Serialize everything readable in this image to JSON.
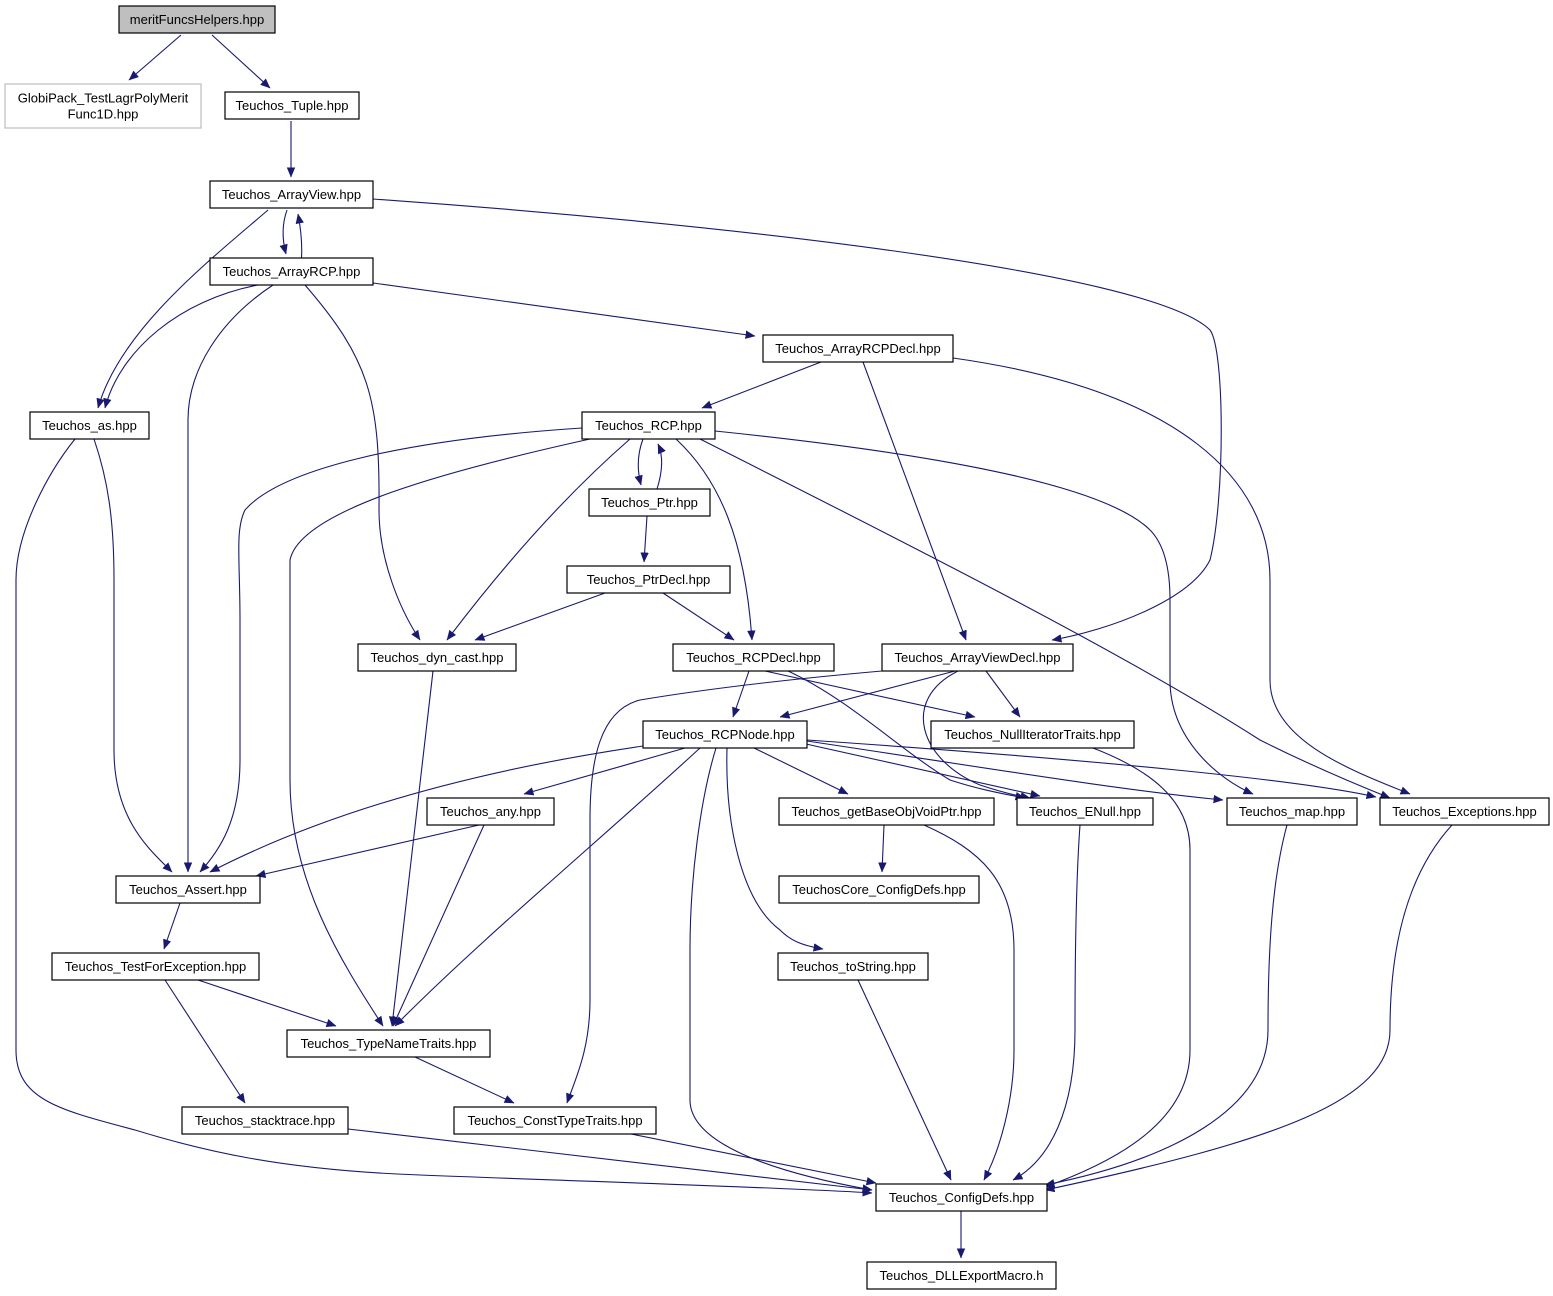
{
  "diagram": {
    "nodes": [
      {
        "id": "meritFuncsHelpers",
        "lines": [
          "meritFuncsHelpers.hpp"
        ],
        "style": "root"
      },
      {
        "id": "globiPack",
        "lines": [
          "GlobiPack_TestLagrPolyMerit",
          "Func1D.hpp"
        ],
        "style": "gray"
      },
      {
        "id": "tuple",
        "lines": [
          "Teuchos_Tuple.hpp"
        ]
      },
      {
        "id": "arrayView",
        "lines": [
          "Teuchos_ArrayView.hpp"
        ]
      },
      {
        "id": "arrayRCP",
        "lines": [
          "Teuchos_ArrayRCP.hpp"
        ]
      },
      {
        "id": "arrayRCPDecl",
        "lines": [
          "Teuchos_ArrayRCPDecl.hpp"
        ]
      },
      {
        "id": "as",
        "lines": [
          "Teuchos_as.hpp"
        ]
      },
      {
        "id": "rcp",
        "lines": [
          "Teuchos_RCP.hpp"
        ]
      },
      {
        "id": "ptr",
        "lines": [
          "Teuchos_Ptr.hpp"
        ]
      },
      {
        "id": "ptrDecl",
        "lines": [
          "Teuchos_PtrDecl.hpp"
        ]
      },
      {
        "id": "dynCast",
        "lines": [
          "Teuchos_dyn_cast.hpp"
        ]
      },
      {
        "id": "rcpDecl",
        "lines": [
          "Teuchos_RCPDecl.hpp"
        ]
      },
      {
        "id": "arrayViewDecl",
        "lines": [
          "Teuchos_ArrayViewDecl.hpp"
        ]
      },
      {
        "id": "rcpNode",
        "lines": [
          "Teuchos_RCPNode.hpp"
        ]
      },
      {
        "id": "nullIter",
        "lines": [
          "Teuchos_NullIteratorTraits.hpp"
        ]
      },
      {
        "id": "any",
        "lines": [
          "Teuchos_any.hpp"
        ]
      },
      {
        "id": "getBase",
        "lines": [
          "Teuchos_getBaseObjVoidPtr.hpp"
        ]
      },
      {
        "id": "enull",
        "lines": [
          "Teuchos_ENull.hpp"
        ]
      },
      {
        "id": "map",
        "lines": [
          "Teuchos_map.hpp"
        ]
      },
      {
        "id": "exceptions",
        "lines": [
          "Teuchos_Exceptions.hpp"
        ]
      },
      {
        "id": "assert",
        "lines": [
          "Teuchos_Assert.hpp"
        ]
      },
      {
        "id": "coreConfig",
        "lines": [
          "TeuchosCore_ConfigDefs.hpp"
        ]
      },
      {
        "id": "testForEx",
        "lines": [
          "Teuchos_TestForException.hpp"
        ]
      },
      {
        "id": "toString",
        "lines": [
          "Teuchos_toString.hpp"
        ]
      },
      {
        "id": "typeName",
        "lines": [
          "Teuchos_TypeNameTraits.hpp"
        ]
      },
      {
        "id": "stacktrace",
        "lines": [
          "Teuchos_stacktrace.hpp"
        ]
      },
      {
        "id": "constType",
        "lines": [
          "Teuchos_ConstTypeTraits.hpp"
        ]
      },
      {
        "id": "configDefs",
        "lines": [
          "Teuchos_ConfigDefs.hpp"
        ]
      },
      {
        "id": "dllExport",
        "lines": [
          "Teuchos_DLLExportMacro.h"
        ]
      }
    ],
    "edges": [
      {
        "from": "meritFuncsHelpers",
        "to": "globiPack"
      },
      {
        "from": "meritFuncsHelpers",
        "to": "tuple"
      },
      {
        "from": "tuple",
        "to": "arrayView"
      },
      {
        "from": "arrayView",
        "to": "arrayRCP"
      },
      {
        "from": "arrayRCP",
        "to": "arrayView"
      },
      {
        "from": "arrayView",
        "to": "as"
      },
      {
        "from": "arrayView",
        "to": "arrayViewDecl"
      },
      {
        "from": "arrayRCP",
        "to": "as"
      },
      {
        "from": "arrayRCP",
        "to": "assert"
      },
      {
        "from": "arrayRCP",
        "to": "dynCast"
      },
      {
        "from": "arrayRCP",
        "to": "arrayRCPDecl"
      },
      {
        "from": "arrayRCPDecl",
        "to": "rcp"
      },
      {
        "from": "arrayRCPDecl",
        "to": "arrayViewDecl"
      },
      {
        "from": "arrayRCPDecl",
        "to": "exceptions"
      },
      {
        "from": "as",
        "to": "assert"
      },
      {
        "from": "as",
        "to": "configDefs"
      },
      {
        "from": "rcp",
        "to": "ptr"
      },
      {
        "from": "ptr",
        "to": "rcp"
      },
      {
        "from": "rcp",
        "to": "assert"
      },
      {
        "from": "rcp",
        "to": "typeName"
      },
      {
        "from": "rcp",
        "to": "dynCast"
      },
      {
        "from": "rcp",
        "to": "rcpDecl"
      },
      {
        "from": "rcp",
        "to": "exceptions"
      },
      {
        "from": "rcp",
        "to": "map"
      },
      {
        "from": "ptr",
        "to": "ptrDecl"
      },
      {
        "from": "ptrDecl",
        "to": "dynCast"
      },
      {
        "from": "ptrDecl",
        "to": "rcpDecl"
      },
      {
        "from": "dynCast",
        "to": "typeName"
      },
      {
        "from": "rcpDecl",
        "to": "rcpNode"
      },
      {
        "from": "rcpDecl",
        "to": "nullIter"
      },
      {
        "from": "rcpDecl",
        "to": "enull"
      },
      {
        "from": "arrayViewDecl",
        "to": "rcpNode"
      },
      {
        "from": "arrayViewDecl",
        "to": "nullIter"
      },
      {
        "from": "arrayViewDecl",
        "to": "enull"
      },
      {
        "from": "arrayViewDecl",
        "to": "constType"
      },
      {
        "from": "rcpNode",
        "to": "assert"
      },
      {
        "from": "rcpNode",
        "to": "any"
      },
      {
        "from": "rcpNode",
        "to": "typeName"
      },
      {
        "from": "rcpNode",
        "to": "configDefs"
      },
      {
        "from": "rcpNode",
        "to": "toString"
      },
      {
        "from": "rcpNode",
        "to": "getBase"
      },
      {
        "from": "rcpNode",
        "to": "enull"
      },
      {
        "from": "rcpNode",
        "to": "map"
      },
      {
        "from": "rcpNode",
        "to": "exceptions"
      },
      {
        "from": "nullIter",
        "to": "configDefs"
      },
      {
        "from": "any",
        "to": "assert"
      },
      {
        "from": "any",
        "to": "typeName"
      },
      {
        "from": "getBase",
        "to": "coreConfig"
      },
      {
        "from": "getBase",
        "to": "configDefs"
      },
      {
        "from": "enull",
        "to": "configDefs"
      },
      {
        "from": "map",
        "to": "configDefs"
      },
      {
        "from": "exceptions",
        "to": "configDefs"
      },
      {
        "from": "assert",
        "to": "testForEx"
      },
      {
        "from": "testForEx",
        "to": "typeName"
      },
      {
        "from": "testForEx",
        "to": "stacktrace"
      },
      {
        "from": "toString",
        "to": "configDefs"
      },
      {
        "from": "typeName",
        "to": "constType"
      },
      {
        "from": "stacktrace",
        "to": "configDefs"
      },
      {
        "from": "constType",
        "to": "configDefs"
      },
      {
        "from": "configDefs",
        "to": "dllExport"
      }
    ]
  }
}
